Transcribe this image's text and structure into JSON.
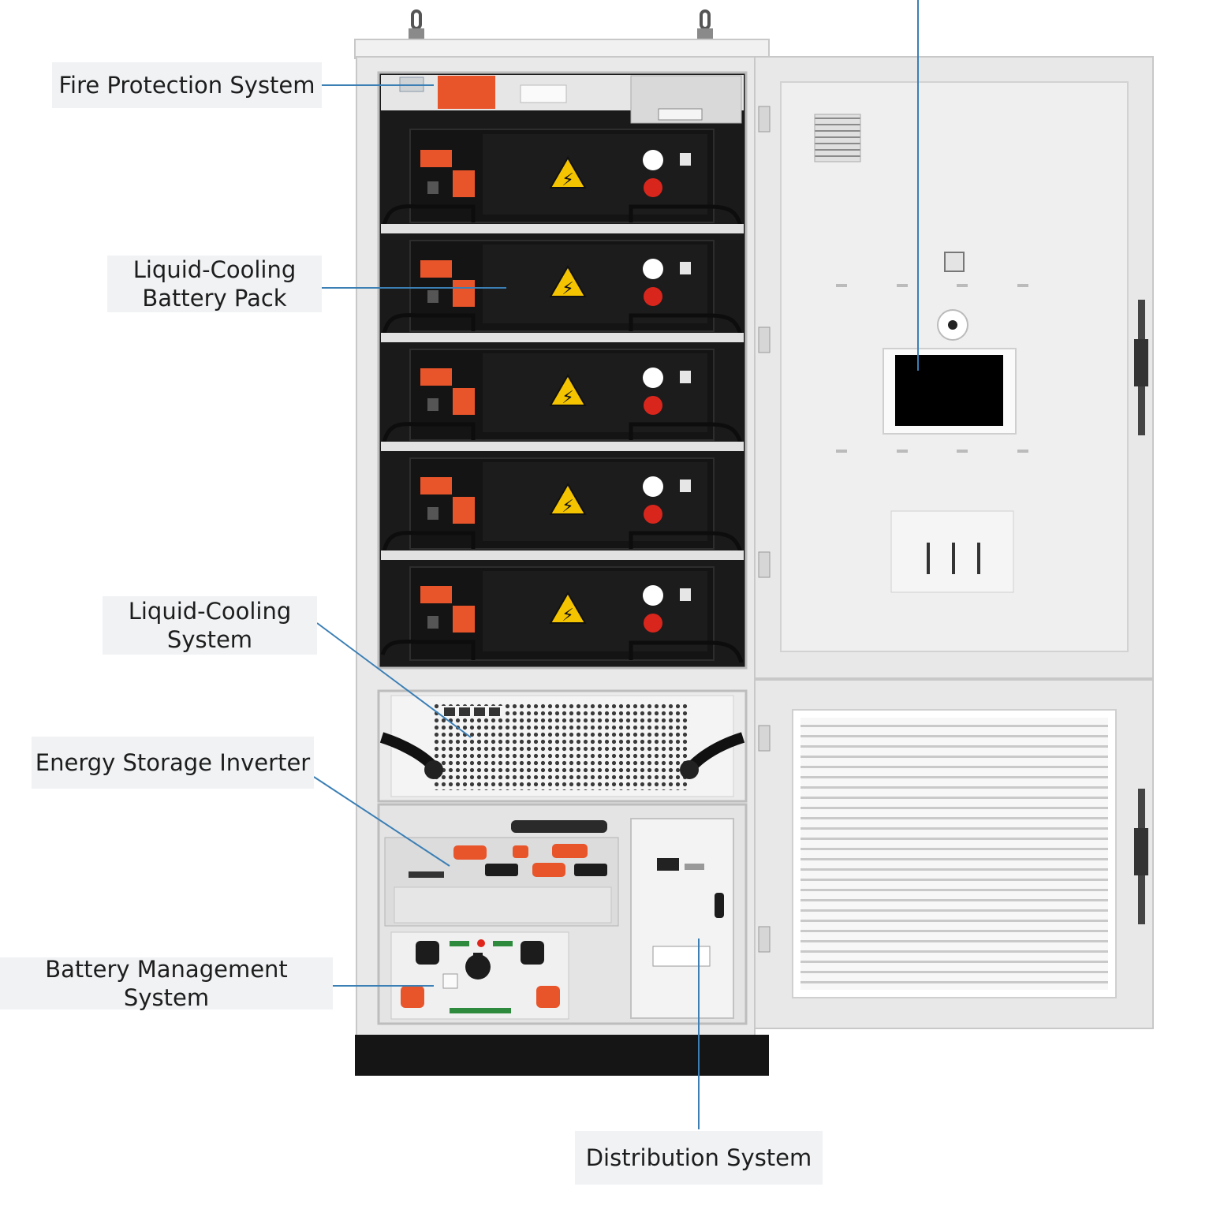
{
  "labels": {
    "fire_protection": "Fire Protection System",
    "battery_pack": "Liquid-Cooling\nBattery Pack",
    "cooling_system": "Liquid-Cooling\nSystem",
    "inverter": "Energy Storage Inverter",
    "bms": "Battery Management System",
    "distribution": "Distribution System"
  },
  "colors": {
    "cabinet": "#e9e9e9",
    "cabinet_edge": "#c8c8c8",
    "module_black": "#141414",
    "accent_orange": "#e8552b",
    "warning_yellow": "#f5c400",
    "leader_blue": "#3b7fb5",
    "base_black": "#151515"
  },
  "battery_modules": [
    {
      "warning_icon": "high-voltage-warning-icon"
    },
    {
      "warning_icon": "high-voltage-warning-icon"
    },
    {
      "warning_icon": "high-voltage-warning-icon"
    },
    {
      "warning_icon": "high-voltage-warning-icon"
    },
    {
      "warning_icon": "high-voltage-warning-icon"
    }
  ]
}
